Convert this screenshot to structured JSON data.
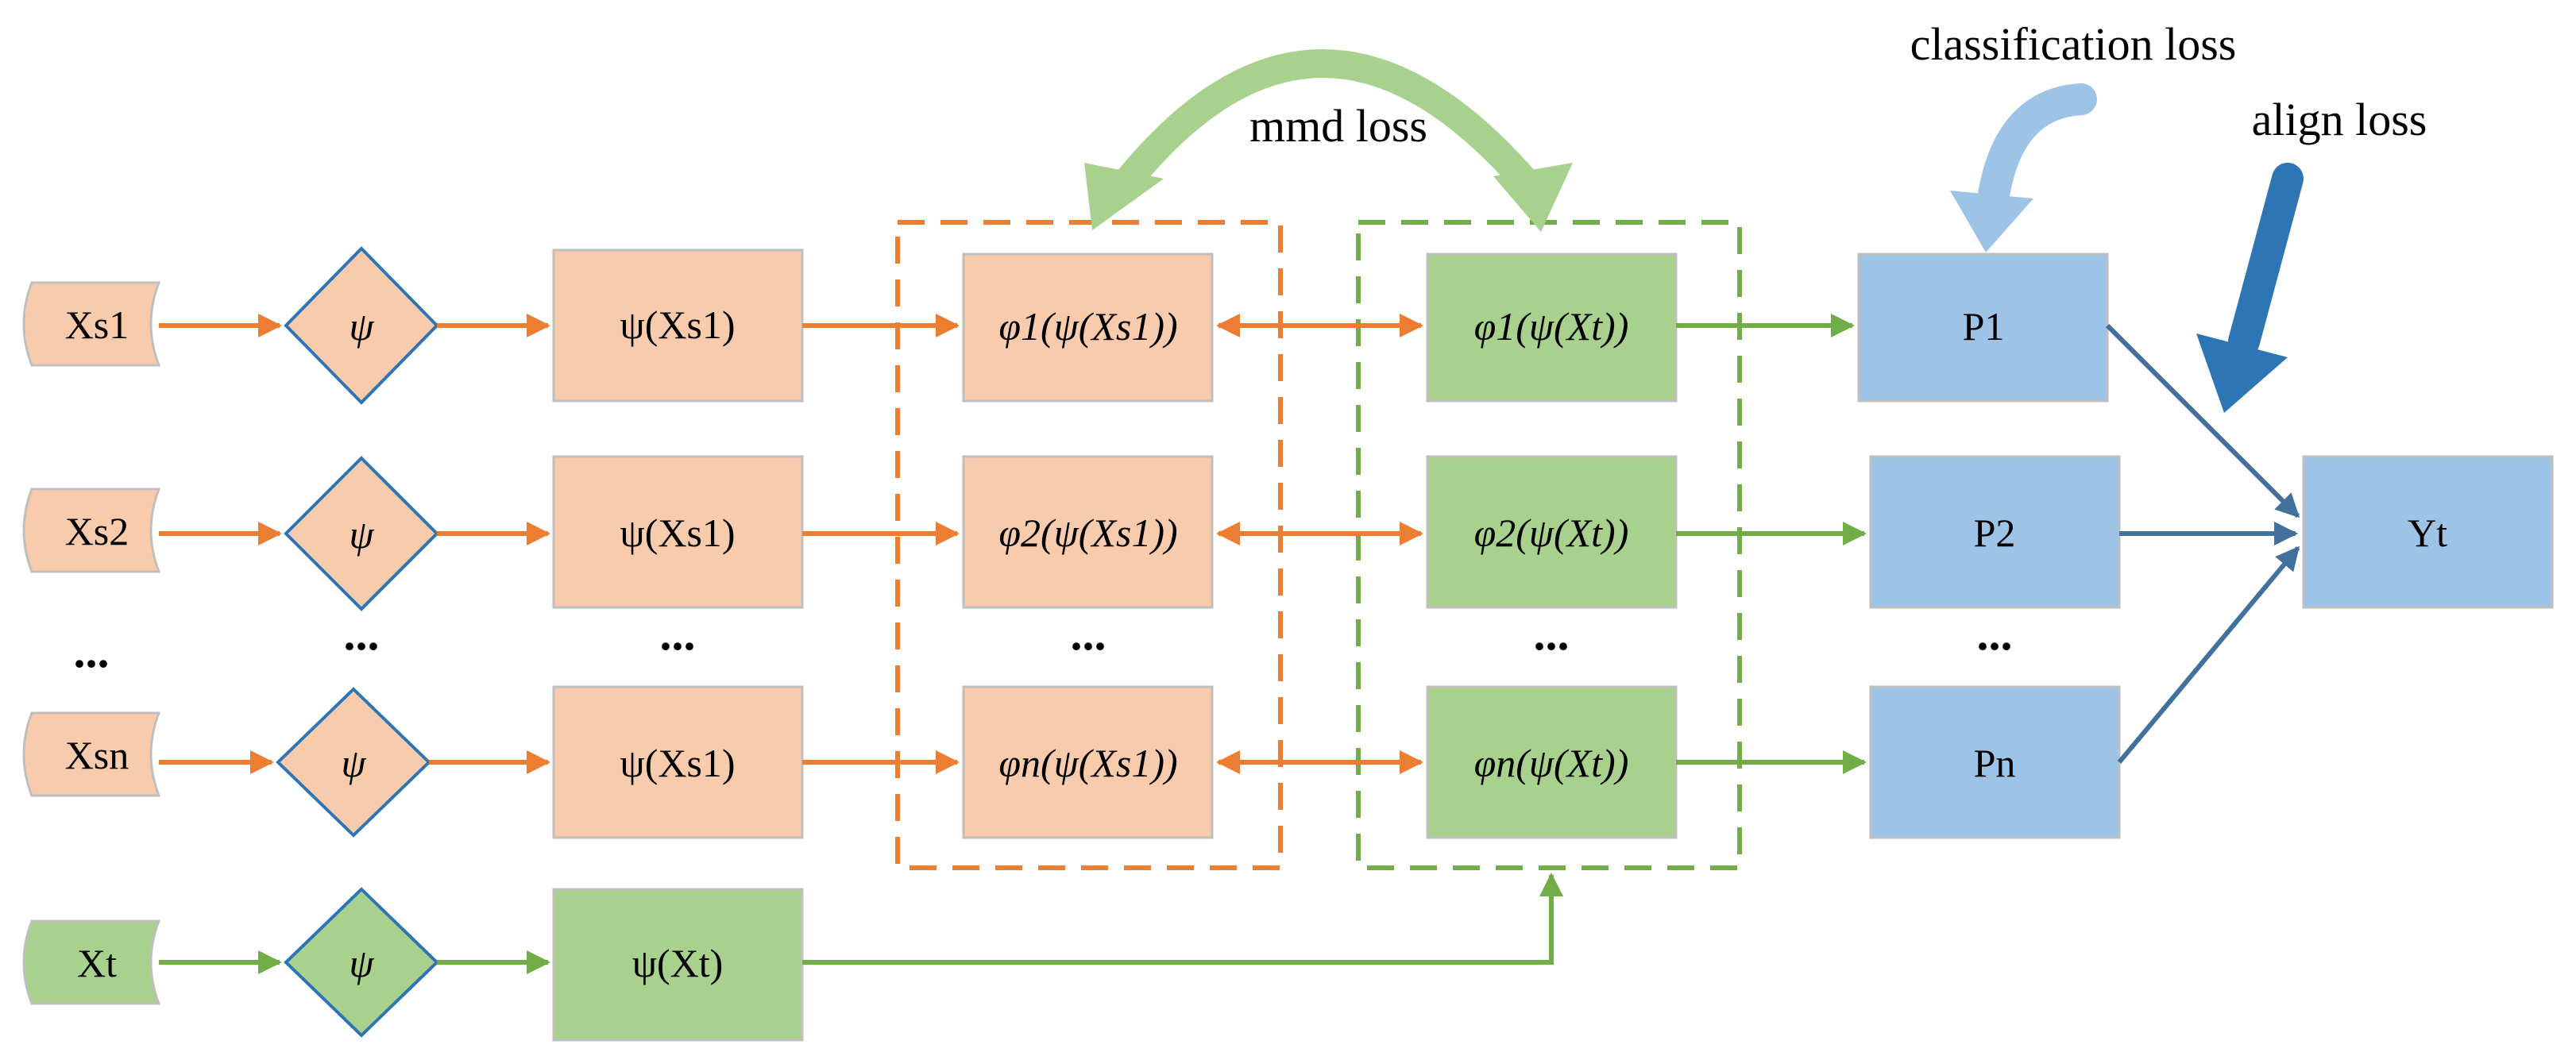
{
  "labels": {
    "xs1": "Xs1",
    "xs2": "Xs2",
    "xsn": "Xsn",
    "xt": "Xt",
    "psi": "ψ",
    "psi_xs1": "ψ(Xs1)",
    "psi_xt": "ψ(Xt)",
    "phi1_s": "φ1(ψ(Xs1))",
    "phi2_s": "φ2(ψ(Xs1))",
    "phin_s": "φn(ψ(Xs1))",
    "phi1_t": "φ1(ψ(Xt))",
    "phi2_t": "φ2(ψ(Xt))",
    "phin_t": "φn(ψ(Xt))",
    "p1": "P1",
    "p2": "P2",
    "pn": "Pn",
    "yt": "Yt",
    "ellipsis": "...",
    "mmd_loss": "mmd loss",
    "classification_loss": "classification  loss",
    "align_loss": "align loss"
  },
  "colors": {
    "orange_fill": "#F8CBAD",
    "orange_line": "#ED7D31",
    "green_fill": "#A9D18E",
    "green_line": "#70AD47",
    "blue_fill": "#9DC3E6",
    "blue_line": "#2E75B6",
    "dark_blue_line": "#41719C",
    "box_border": "#BFBFBF"
  },
  "icons": {
    "curved_arrow_mmd": "double-headed-curved-arrow",
    "classification_arrow": "curved-arrow-down",
    "align_arrow": "thick-arrow-down"
  }
}
